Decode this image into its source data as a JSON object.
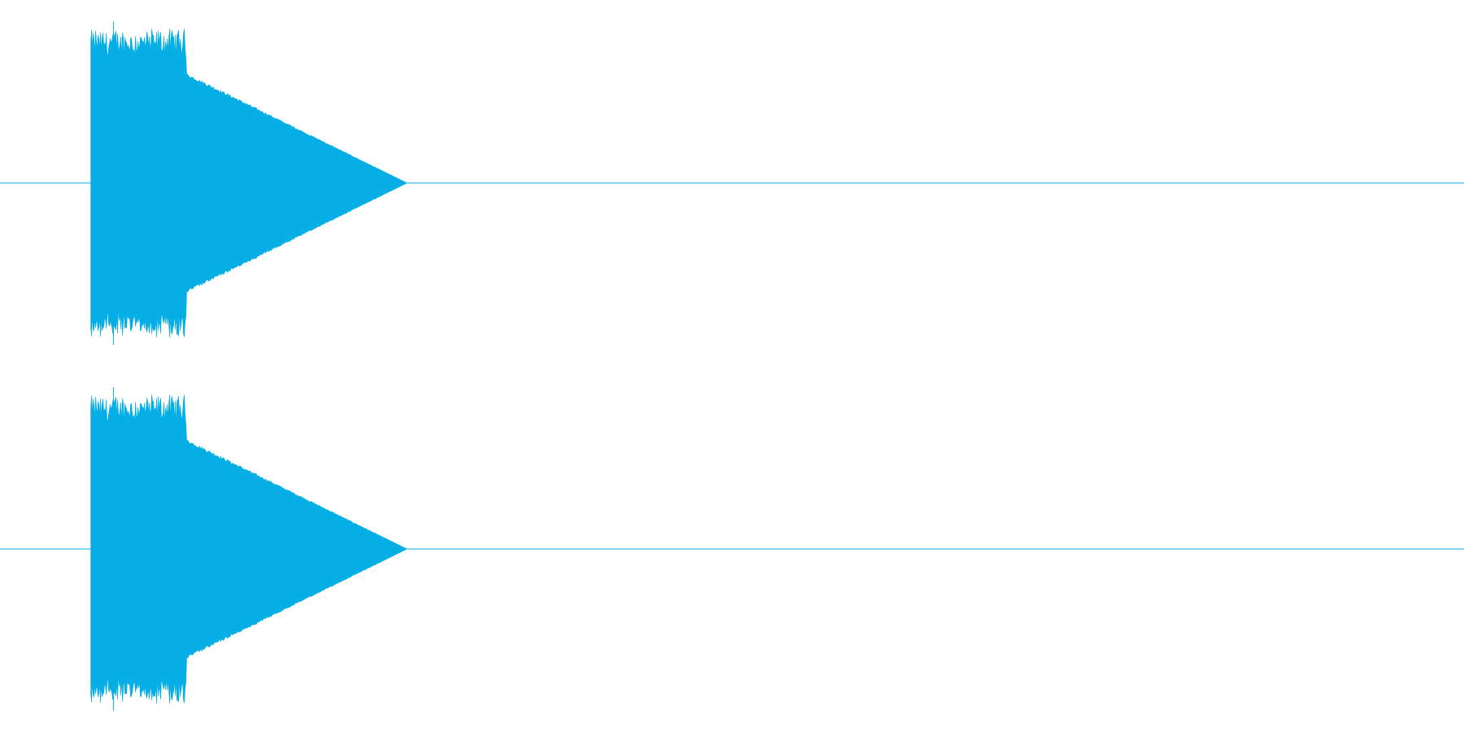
{
  "waveform": {
    "color": "#05aee4",
    "background": "#ffffff",
    "channels": [
      {
        "name": ""
      },
      {
        "name": ""
      }
    ],
    "envelope": {
      "onset_fraction": 0.062,
      "sustain_end_fraction": 0.127,
      "decay_end_fraction": 0.278,
      "peak_amplitude": 0.88,
      "sustain_amplitude": 0.74,
      "spike_amplitude": 0.97
    }
  }
}
